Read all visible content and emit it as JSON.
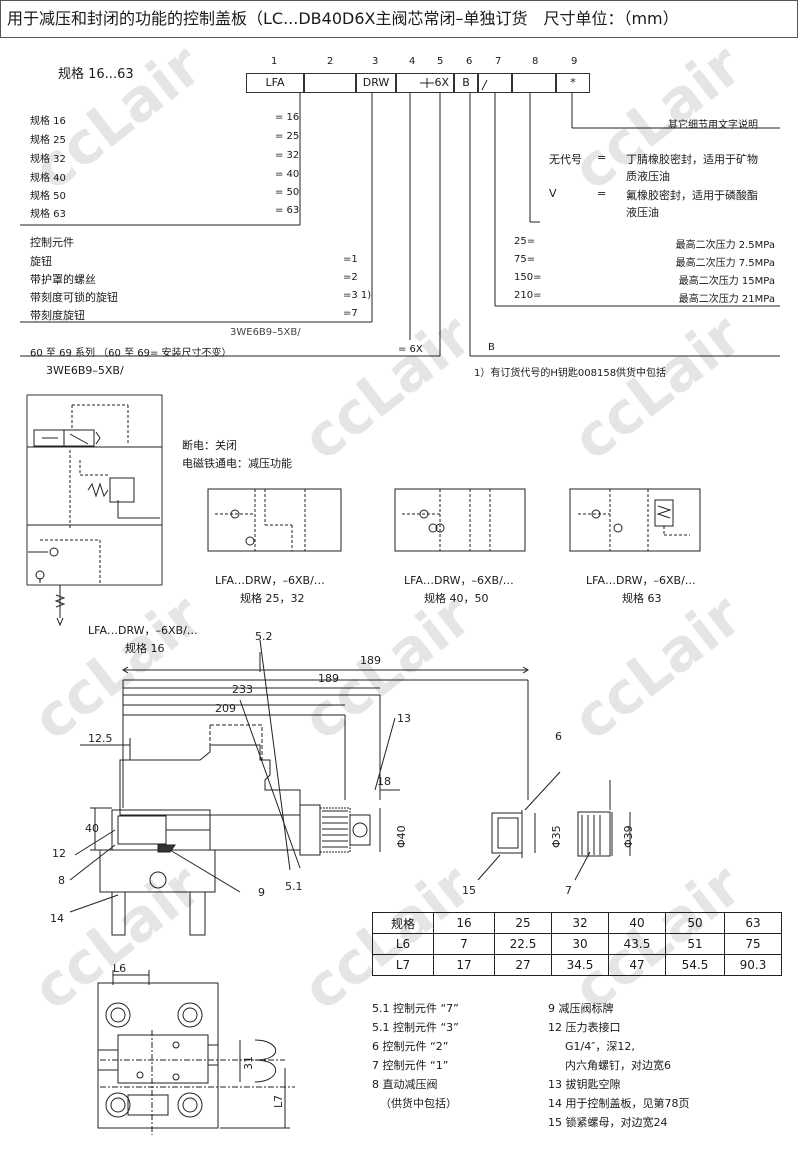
{
  "title": "用于减压和封闭的功能的控制盖板（LC...DB40D6X主阀芯常闭–单独订货　尺寸单位：（mm）",
  "code": {
    "size_label": "规格  16...63",
    "positions": [
      "1",
      "2",
      "3",
      "4",
      "5",
      "6",
      "7",
      "8",
      "9"
    ],
    "boxes": {
      "b1": "LFA",
      "b3": "DRW",
      "b5": "6X",
      "b6": "B",
      "b9": "*"
    }
  },
  "sizes": [
    {
      "label": "规格 16",
      "eq": "= 16"
    },
    {
      "label": "规格 25",
      "eq": "= 25"
    },
    {
      "label": "规格 32",
      "eq": "= 32"
    },
    {
      "label": "规格 40",
      "eq": "= 40"
    },
    {
      "label": "规格 50",
      "eq": "= 50"
    },
    {
      "label": "规格 63",
      "eq": "= 63"
    }
  ],
  "control": {
    "heading": "控制元件",
    "items": [
      {
        "label": "旋钮",
        "eq": "=1"
      },
      {
        "label": "带护罩的螺丝",
        "eq": "=2"
      },
      {
        "label": "带刻度可锁的旋钮",
        "eq": "=3 1)"
      },
      {
        "label": "带刻度旋钮",
        "eq": "=7"
      }
    ]
  },
  "series": {
    "valve": "3WE6B9–5XB/",
    "text": "60 至 69 系列 （60 至 69= 安装尺寸不变）",
    "eq": "= 6X",
    "b": "B",
    "valve2": "3WE6B9–5XB/"
  },
  "footnote": "1）有订货代号的H钥匙008158供货中包括",
  "right": {
    "other": "其它细节用文字说明",
    "seals": [
      {
        "code": "无代号",
        "eq": "=",
        "text1": "丁腈橡胶密封，适用于矿物",
        "text2": "质液压油"
      },
      {
        "code": "V",
        "eq": "=",
        "text1": "氟橡胶密封，适用于磷酸酯",
        "text2": "液压油"
      }
    ],
    "pressures": [
      {
        "code": "25=",
        "text": "最高二次压力 2.5MPa"
      },
      {
        "code": "75=",
        "text": "最高二次压力 7.5MPa"
      },
      {
        "code": "150=",
        "text": "最高二次压力 15MPa"
      },
      {
        "code": "210=",
        "text": "最高二次压力 21MPa"
      }
    ]
  },
  "schematic": {
    "desc1": "断电：关闭",
    "desc2": "电磁铁通电：减压功能",
    "cap16": "LFA…DRW，–6XB/…",
    "size16": "规格  16",
    "cap2532": "LFA…DRW，–6XB/…",
    "size2532": "规格  25，32",
    "cap4050": "LFA…DRW，–6XB/…",
    "size4050": "规格  40，50",
    "cap63": "LFA…DRW，–6XB/…",
    "size63": "规格  63"
  },
  "dims": {
    "d189a": "189",
    "d189b": "189",
    "d233": "233",
    "d209": "209",
    "d12_5": "12.5",
    "d5_2": "5.2",
    "d5_1": "5.1",
    "d13": "13",
    "d18": "18",
    "d40": "40",
    "dphi40": "Φ40",
    "dphi35": "Φ35",
    "dphi39": "Φ39",
    "c6": "6",
    "c12": "12",
    "c8": "8",
    "c9": "9",
    "c14": "14",
    "c15": "15",
    "c7": "7",
    "l6": "L6",
    "l7": "L7",
    "d31": "31"
  },
  "table": {
    "header": [
      "规格",
      "16",
      "25",
      "32",
      "40",
      "50",
      "63"
    ],
    "rows": [
      [
        "L6",
        "7",
        "22.5",
        "30",
        "43.5",
        "51",
        "75"
      ],
      [
        "L7",
        "17",
        "27",
        "34.5",
        "47",
        "54.5",
        "90.3"
      ]
    ]
  },
  "legend_left": [
    "5.1 控制元件 “7”",
    "5.1 控制元件 “3”",
    "6 控制元件 “2”",
    "7 控制元件 “1”",
    "8 直动减压阀",
    "（供货中包括）"
  ],
  "legend_right": [
    "9 减压阀标牌",
    "12 压力表接口",
    "G1/4″，深12,",
    "内六角螺钉，对边宽6",
    "13 拔钥匙空隙",
    "14 用于控制盖板，见第78页",
    "15 锁紧螺母，对边宽24"
  ],
  "watermark": "ccLair"
}
